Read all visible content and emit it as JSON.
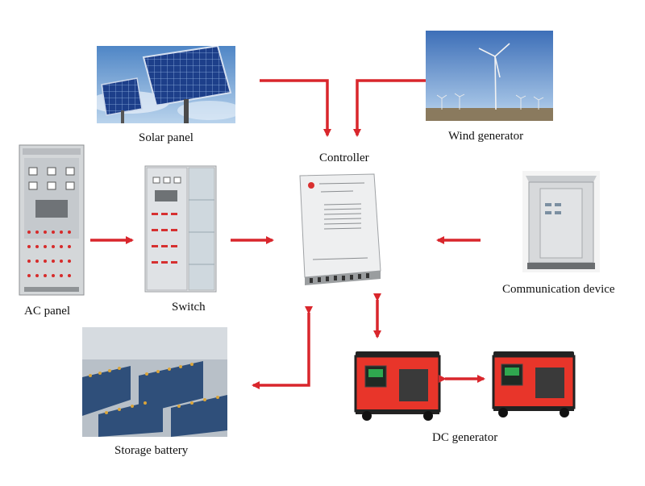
{
  "labels": {
    "solar_panel": "Solar panel",
    "wind_generator": "Wind generator",
    "controller": "Controller",
    "ac_panel": "AC panel",
    "switch": "Switch",
    "communication_device": "Communication device",
    "storage_battery": "Storage battery",
    "dc_generator": "DC generator"
  },
  "colors": {
    "arrow": "#d9262c",
    "generator_body": "#e8352a"
  }
}
